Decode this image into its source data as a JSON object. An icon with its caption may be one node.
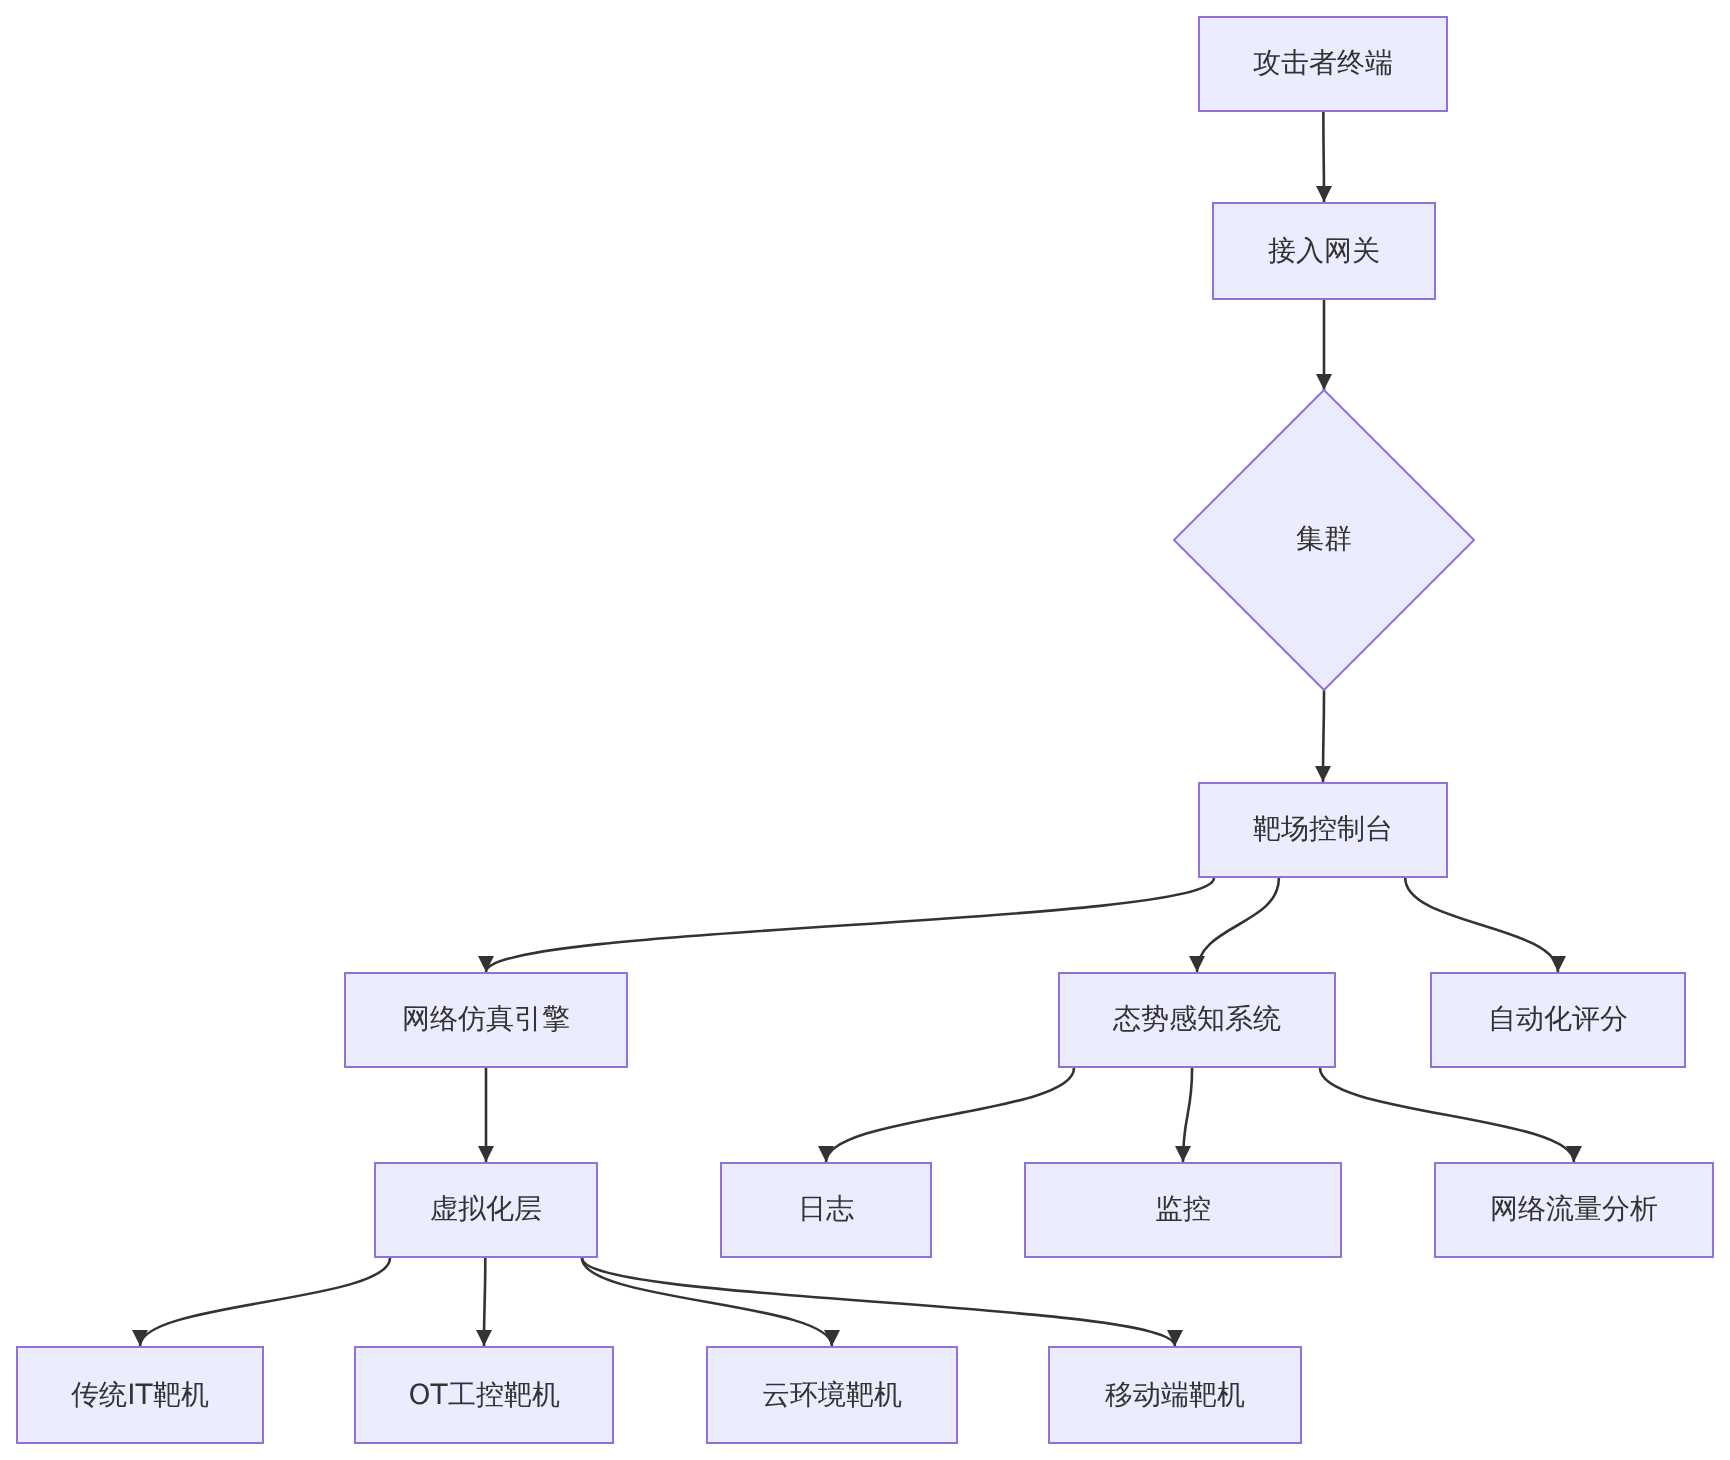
{
  "diagram": {
    "nodes": [
      {
        "text": [
          "攻击者终端"
        ]
      },
      {
        "text": [
          "接入网关"
        ]
      },
      {
        "text": [
          "集群"
        ]
      },
      {
        "text": [
          "靶场控制台"
        ]
      },
      {
        "text": [
          "网络仿真引擎"
        ]
      },
      {
        "text": [
          "态势感知系统"
        ]
      },
      {
        "text": [
          "自动化评分"
        ]
      },
      {
        "text": [
          "虚拟化层"
        ]
      },
      {
        "text": [
          "日志"
        ]
      },
      {
        "text": [
          "监控"
        ]
      },
      {
        "text": [
          "网络流量分析"
        ]
      },
      {
        "text": [
          "传统IT靶机"
        ]
      },
      {
        "text": [
          "OT工控靶机"
        ]
      },
      {
        "text": [
          "云环境靶机"
        ]
      },
      {
        "text": [
          "移动端靶机"
        ]
      }
    ],
    "edges": [
      {
        "from": 0,
        "to": 1,
        "arrow": "to"
      },
      {
        "from": 1,
        "to": 2,
        "arrow": "to"
      },
      {
        "from": 2,
        "to": 3,
        "arrow": "to"
      },
      {
        "from": 3,
        "to": 4,
        "arrow": "to"
      },
      {
        "from": 3,
        "to": 5,
        "arrow": "to"
      },
      {
        "from": 3,
        "to": 6,
        "arrow": "to"
      },
      {
        "from": 4,
        "to": 7,
        "arrow": "to"
      },
      {
        "from": 5,
        "to": 8,
        "arrow": "to"
      },
      {
        "from": 5,
        "to": 9,
        "arrow": "to"
      },
      {
        "from": 5,
        "to": 10,
        "arrow": "to"
      },
      {
        "from": 7,
        "to": 11,
        "arrow": "to"
      },
      {
        "from": 7,
        "to": 12,
        "arrow": "to"
      },
      {
        "from": 7,
        "to": 13,
        "arrow": "to"
      },
      {
        "from": 7,
        "to": 14,
        "arrow": "to"
      }
    ]
  }
}
